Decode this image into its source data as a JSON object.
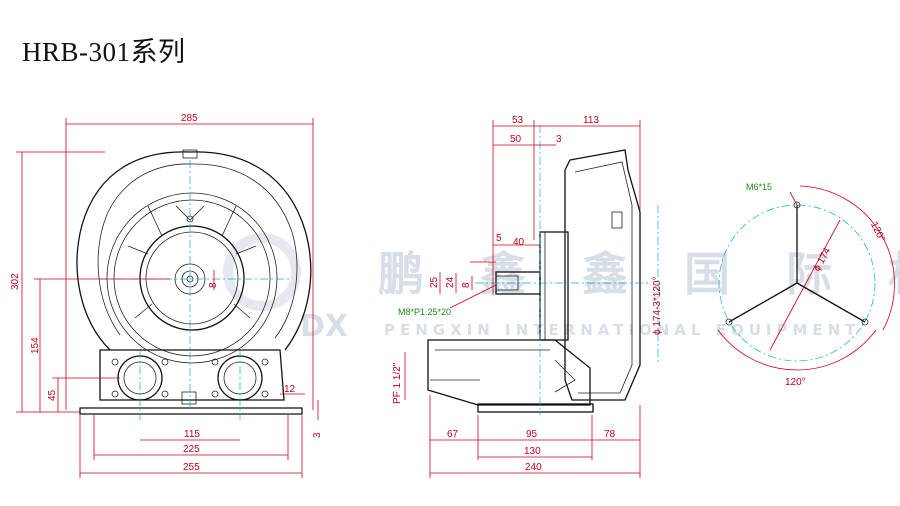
{
  "title": "HRB-301系列",
  "watermark": {
    "logo_text": "DX",
    "company_cn": "鹏 鑫 鑫 国 际 机 电",
    "company_en": "PENGXIN INTERNATIONAL EQUIPMENT"
  },
  "front_view": {
    "dims": {
      "overall_width": "285",
      "overall_height": "302",
      "inlet_center_height": "154",
      "outlet_height": "45",
      "flange_spacing": "115",
      "foot_inner": "225",
      "foot_outer": "255",
      "hole": "12",
      "base_thickness": "3",
      "shaft": "8"
    }
  },
  "side_view": {
    "dims": {
      "d53": "53",
      "d113": "113",
      "d50": "50",
      "d3": "3",
      "d5": "5",
      "d40": "40",
      "d25": "25",
      "d24": "24",
      "d8": "8",
      "bolt_circle": "ϕ 174-3*120°",
      "thread": "M8*P1.25*20",
      "pipe": "PF 1 1/2\"",
      "b67": "67",
      "b95": "95",
      "b78": "78",
      "b130": "130",
      "b240": "240"
    }
  },
  "flange_view": {
    "dims": {
      "screw": "M6*15",
      "diameter": "ϕ 174",
      "angle_top": "120°",
      "angle_bottom": "120°"
    }
  },
  "colors": {
    "dimension": "#c0001a",
    "centerline": "#00b3c8",
    "outline": "#111111",
    "annotation": "#1a8a1a"
  }
}
